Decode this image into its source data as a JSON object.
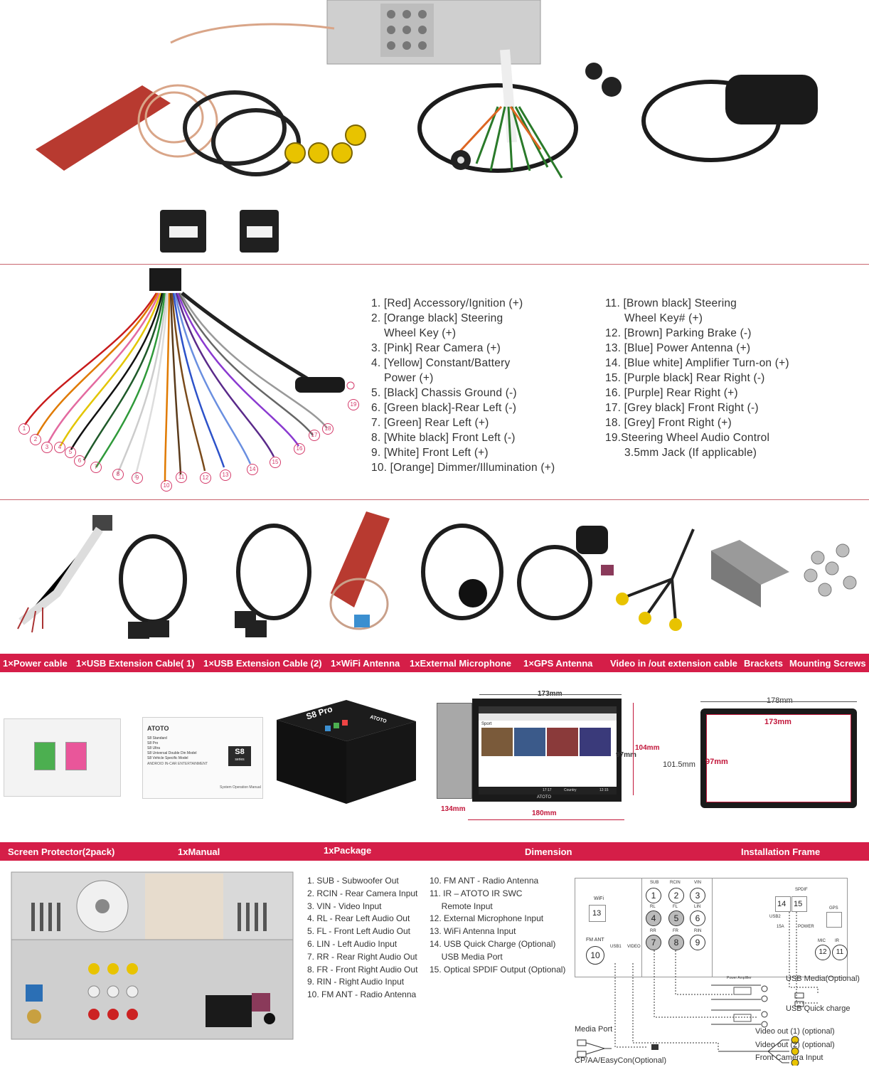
{
  "harness_pins": [
    {
      "n": "1"
    },
    {
      "n": "2"
    },
    {
      "n": "3"
    },
    {
      "n": "4"
    },
    {
      "n": "5"
    },
    {
      "n": "6"
    },
    {
      "n": "7"
    },
    {
      "n": "8"
    },
    {
      "n": "9"
    },
    {
      "n": "10"
    },
    {
      "n": "11"
    },
    {
      "n": "12"
    },
    {
      "n": "13"
    },
    {
      "n": "14"
    },
    {
      "n": "15"
    },
    {
      "n": "16"
    },
    {
      "n": "17"
    },
    {
      "n": "18"
    },
    {
      "n": "19"
    }
  ],
  "wiring_list_left": [
    "1. [Red] Accessory/Ignition (+)",
    "2. [Orange black] Steering",
    "    Wheel Key (+)",
    "3. [Pink] Rear Camera (+)",
    "4. [Yellow] Constant/Battery",
    "    Power (+)",
    "5. [Black] Chassis Ground (-)",
    "6. [Green black]-Rear Left (-)",
    "7. [Green] Rear Left (+)",
    "8. [White black] Front Left (-)",
    "9. [White] Front Left (+)",
    "10. [Orange] Dimmer/Illumination (+)"
  ],
  "wiring_list_right": [
    "11. [Brown black] Steering",
    "      Wheel Key# (+)",
    "12. [Brown] Parking Brake (-)",
    "13. [Blue] Power Antenna (+)",
    "14. [Blue white] Amplifier Turn-on (+)",
    "15. [Purple black] Rear Right (-)",
    "16. [Purple] Rear Right (+)",
    "17. [Grey black] Front Right (-)",
    "18. [Grey] Front Right (+)",
    "19.Steering Wheel Audio Control",
    "      3.5mm Jack (If applicable)"
  ],
  "accessories_bar": [
    "1×Power cable",
    "1×USB Extension Cable( 1)",
    "1×USB Extension Cable (2)",
    "1×WiFi Antenna",
    "1xExternal Microphone",
    "1×GPS Antenna",
    "Video in /out extension cable",
    "Brackets",
    "Mounting Screws"
  ],
  "package_bar": [
    "Screen Protector(2pack)",
    "1xManual",
    "1xPackage",
    "Dimension",
    "Installation Frame"
  ],
  "manual": {
    "brand": "ATOTO",
    "lines": [
      "S8 Standard",
      "S8 Pro",
      "S8 Ultra",
      "S8 Universal Double Din Model",
      "S8 Vehicle Specific Model"
    ],
    "tagline": "ANDROID IN-CAR ENTERTAINMENT",
    "badge_main": "S8",
    "badge_sub": "series",
    "footer": "System Operation Manual"
  },
  "package_box": {
    "brand": "ATOTO",
    "model": "S8 Pro"
  },
  "dimension": {
    "width_top": "173mm",
    "height_right": "104mm",
    "height_inner": "97mm",
    "depth": "134mm",
    "width_bottom": "180mm",
    "screen": {
      "tab": "Sport",
      "time": "17:17",
      "country": "Country",
      "clock": "12:15",
      "brand": "ATOTO"
    }
  },
  "frame": {
    "outer_width": "178mm",
    "inner_width": "173mm",
    "outer_height": "101.5mm",
    "inner_height": "97mm"
  },
  "ports_list_left": [
    "1. SUB - Subwoofer Out",
    "2. RCIN - Rear Camera Input",
    "3. VIN - Video Input",
    "4. RL - Rear Left Audio Out",
    "5. FL - Front Left Audio Out",
    "6. LIN - Left Audio Input",
    "7. RR - Rear Right Audio Out",
    "8. FR - Front Right Audio Out",
    "9. RIN - Right Audio Input",
    "10. FM ANT - Radio Antenna"
  ],
  "ports_list_right": [
    "10. FM ANT - Radio Antenna",
    "11. IR – ATOTO IR SWC",
    "     Remote Input",
    "12. External Microphone Input",
    "13. WiFi Antenna Input",
    "14. USB Quick Charge (Optional)",
    "     USB Media Port",
    "15. Optical SPDIF Output (Optional)"
  ],
  "diagram": {
    "wifi": "WiFi",
    "fm_ant": "FM ANT",
    "usb1": "USB1",
    "video": "VIDEO",
    "sub": "SUB",
    "rcin": "RCIN",
    "vin": "VIN",
    "rl": "RL",
    "fl": "FL",
    "lin": "LIN",
    "rr": "RR",
    "fr": "FR",
    "rin": "RIN",
    "usb2": "USB2",
    "spdif": "SPDIF",
    "fifteen_a": "15A",
    "power": "POWER",
    "gps": "GPS",
    "mic": "MIC",
    "ir": "IR",
    "numbers": [
      "1",
      "2",
      "3",
      "4",
      "5",
      "6",
      "7",
      "8",
      "9",
      "10",
      "11",
      "12",
      "13",
      "14",
      "15"
    ],
    "amp": "Power Amplifier",
    "usb_media": "USB Media(Optional)",
    "usb_quick": "USB Quick charge",
    "media_port": "Media Port",
    "video_out_1": "Video out (1) (optional)",
    "video_out_2": "Video out (2) (optional)",
    "front_cam": "Front Camera Input",
    "cp": "CP/AA/EasyCon(Optional)"
  }
}
